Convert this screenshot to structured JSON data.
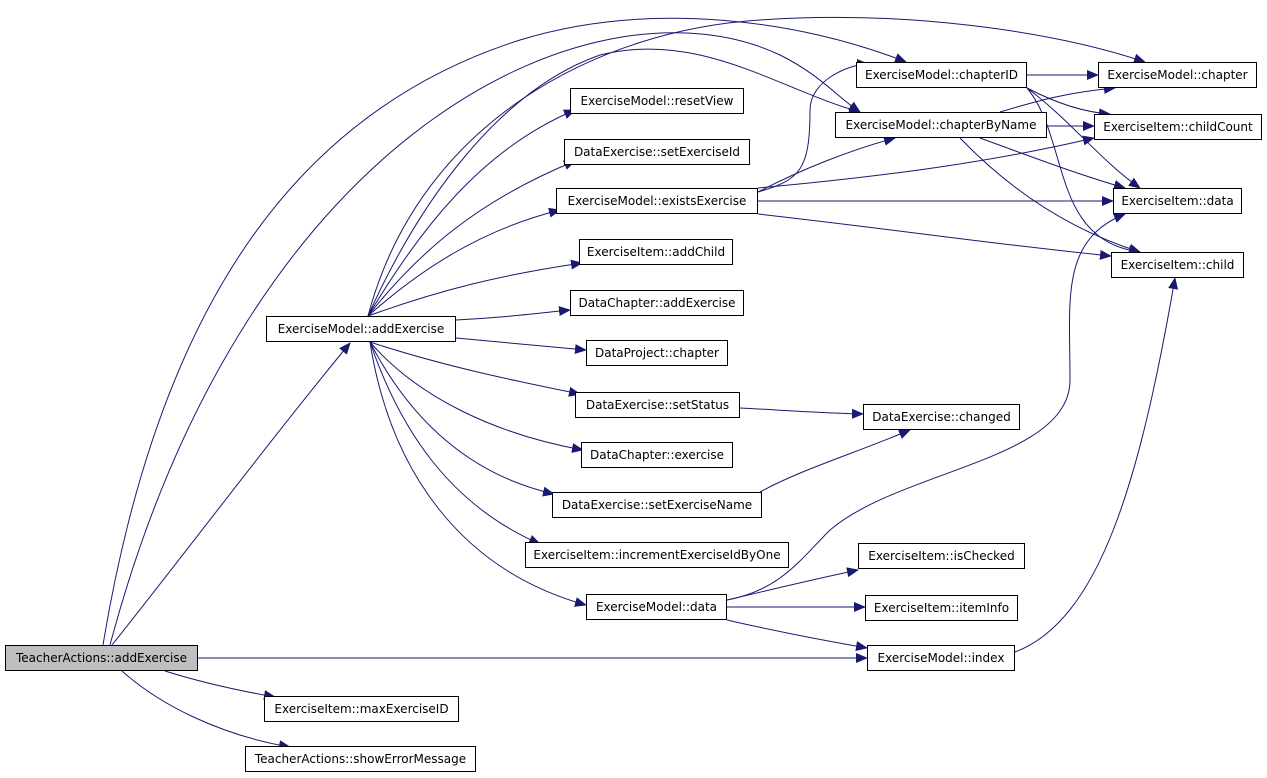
{
  "colors": {
    "edge": "#191970",
    "node_border": "#000000",
    "root_fill": "#bfbfbf",
    "node_fill": "#ffffff"
  },
  "nodes": {
    "teacher_add": "TeacherActions::addExercise",
    "model_add": "ExerciseModel::addExercise",
    "max_id": "ExerciseItem::maxExerciseID",
    "show_error": "TeacherActions::showErrorMessage",
    "reset_view": "ExerciseModel::resetView",
    "set_exercise_id": "DataExercise::setExerciseId",
    "exists_exercise": "ExerciseModel::existsExercise",
    "add_child": "ExerciseItem::addChild",
    "chapter_add_exercise": "DataChapter::addExercise",
    "project_chapter": "DataProject::chapter",
    "set_status": "DataExercise::setStatus",
    "chapter_exercise": "DataChapter::exercise",
    "set_name": "DataExercise::setExerciseName",
    "increment_id": "ExerciseItem::incrementExerciseIdByOne",
    "model_data": "ExerciseModel::data",
    "chapter_id": "ExerciseModel::chapterID",
    "chapter_by_name": "ExerciseModel::chapterByName",
    "model_chapter": "ExerciseModel::chapter",
    "child_count": "ExerciseItem::childCount",
    "item_data": "ExerciseItem::data",
    "item_child": "ExerciseItem::child",
    "changed": "DataExercise::changed",
    "is_checked": "ExerciseItem::isChecked",
    "item_info": "ExerciseItem::itemInfo",
    "model_index": "ExerciseModel::index"
  }
}
